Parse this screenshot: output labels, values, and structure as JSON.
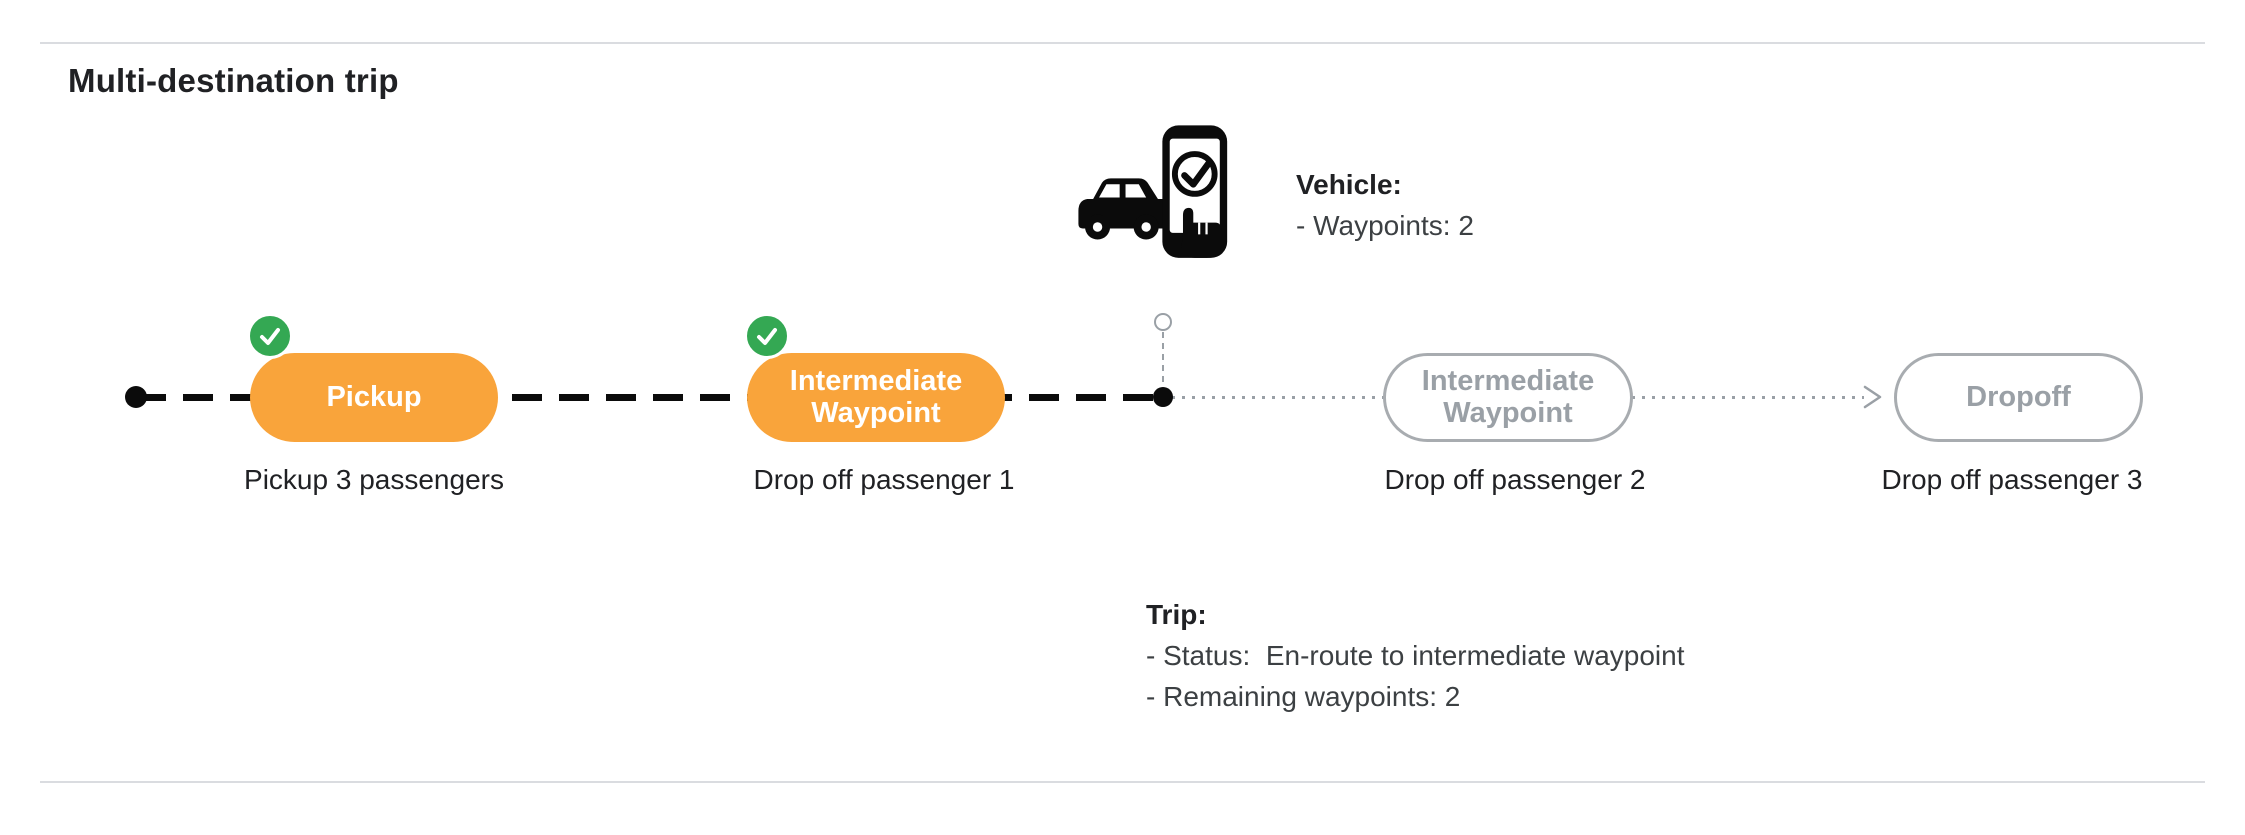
{
  "title": "Multi-destination trip",
  "stops": [
    {
      "label": "Pickup",
      "sublabel": "Pickup 3 passengers",
      "state": "completed"
    },
    {
      "label": "Intermediate Waypoint",
      "sublabel": "Drop off passenger 1",
      "state": "completed"
    },
    {
      "label": "Intermediate Waypoint",
      "sublabel": "Drop off passenger 2",
      "state": "upcoming"
    },
    {
      "label": "Dropoff",
      "sublabel": "Drop off passenger 3",
      "state": "upcoming"
    }
  ],
  "vehicle_info": {
    "title": "Vehicle:",
    "lines": [
      "- Waypoints: 2"
    ]
  },
  "trip_info": {
    "title": "Trip:",
    "lines": [
      "- Status:  En-route to intermediate waypoint",
      "- Remaining waypoints: 2"
    ]
  },
  "icons": {
    "vehicle": "car-with-phone-check-icon",
    "completed": "check-icon",
    "route_arrow": "arrowhead-right-icon"
  },
  "colors": {
    "active_pill": "#F9A43B",
    "completed_badge": "#34A853",
    "inactive_border": "#A8ACB0",
    "inactive_text": "#9AA0A6",
    "route_completed": "#0B0B0B",
    "route_remaining": "#9AA0A6",
    "divider": "#DADCE0",
    "text": "#202124"
  }
}
